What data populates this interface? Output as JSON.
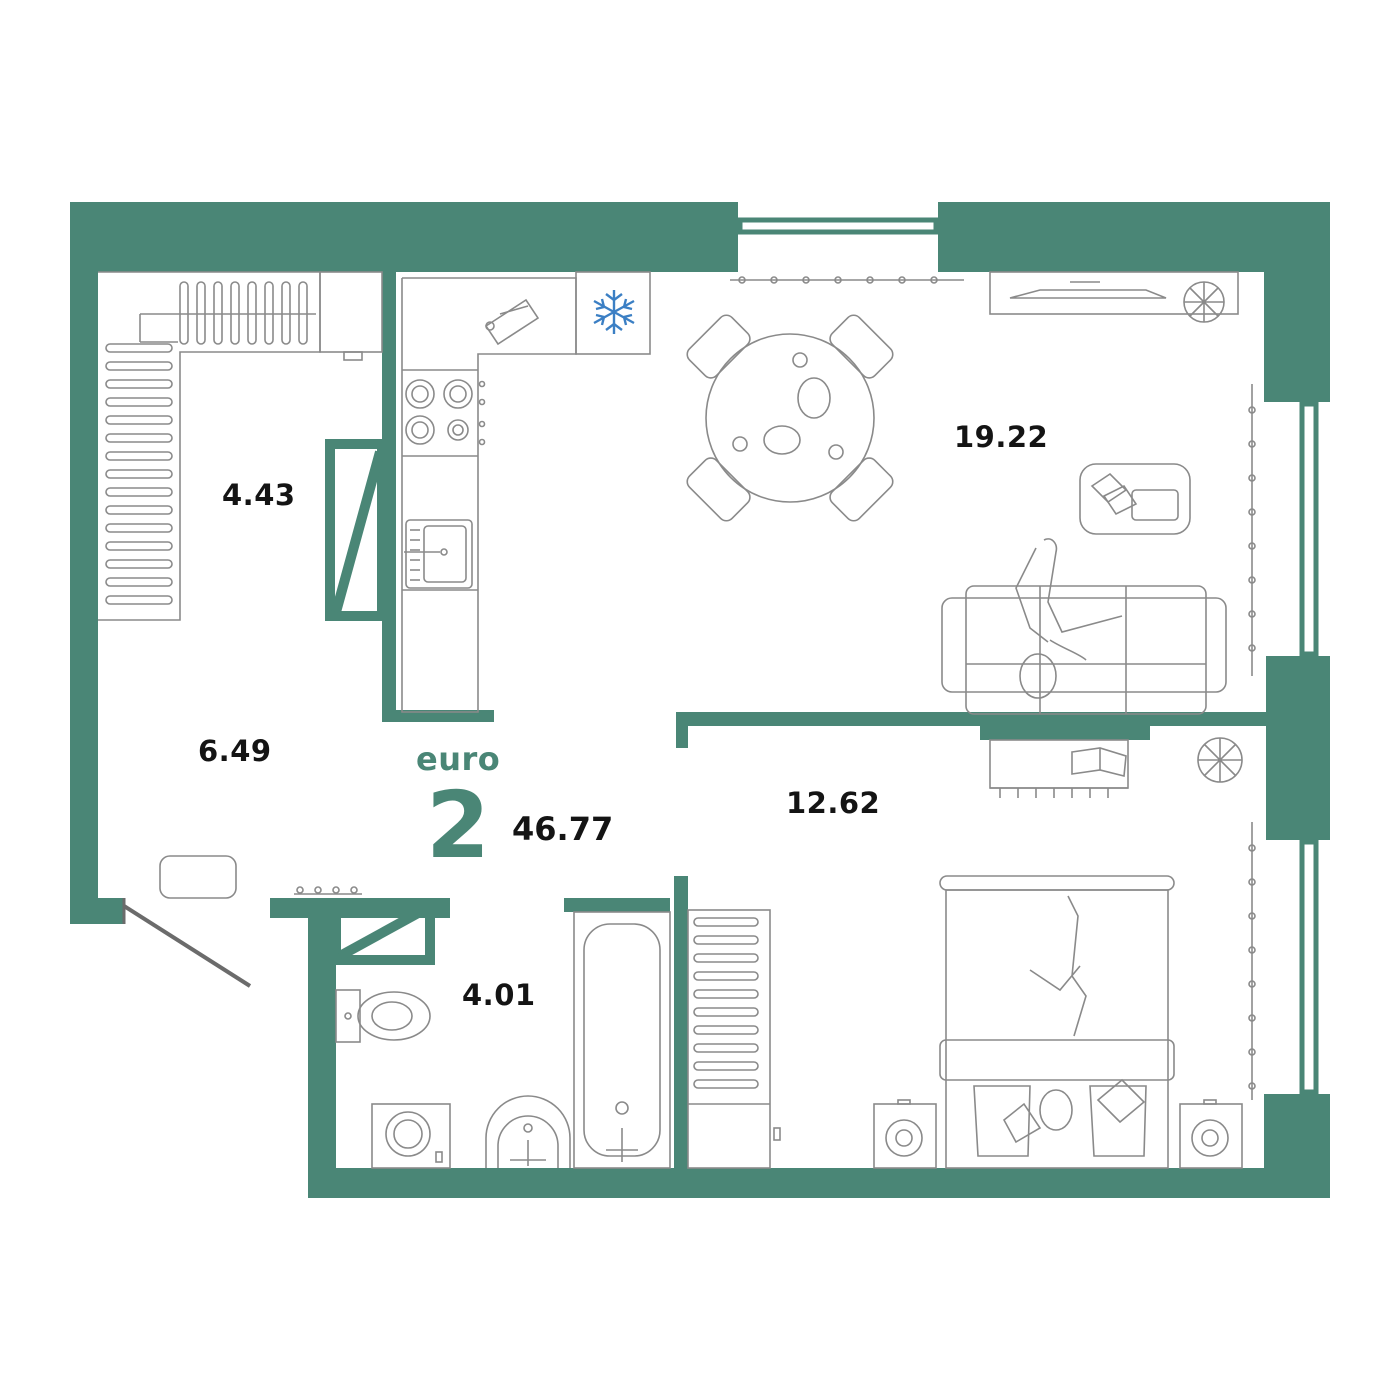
{
  "colors": {
    "wall": "#4a8676",
    "furniture_line": "#8a8a8a",
    "text": "#141414",
    "accent": "#4a8676",
    "freezer_icon": "#3b7fc4"
  },
  "apartment": {
    "type_label": "euro",
    "rooms_count": "2",
    "total_area": "46.77"
  },
  "rooms": [
    {
      "id": "wardrobe",
      "area": "4.43"
    },
    {
      "id": "hallway",
      "area": "6.49"
    },
    {
      "id": "kitchen-living",
      "area": "19.22"
    },
    {
      "id": "bedroom",
      "area": "12.62"
    },
    {
      "id": "bathroom",
      "area": "4.01"
    }
  ],
  "icons": [
    "snowflake-icon",
    "plant-icon",
    "book-icon",
    "washing-machine-icon",
    "toilet-icon",
    "sink-icon",
    "bathtub-icon",
    "stove-icon",
    "radiator-icon",
    "sofa-icon",
    "bed-icon",
    "dining-table-icon",
    "tv-icon"
  ]
}
